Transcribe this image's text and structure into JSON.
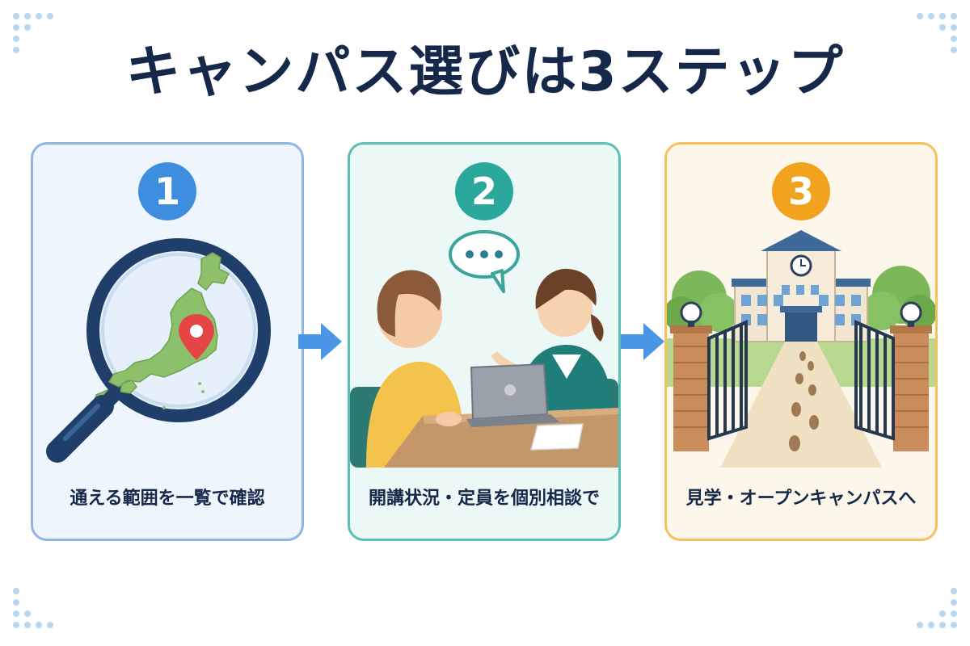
{
  "title": "キャンパス選びは3ステップ",
  "steps": [
    {
      "number": "1",
      "caption": "通える範囲を一覧で確認"
    },
    {
      "number": "2",
      "caption": "開講状況・定員を個別相談で"
    },
    {
      "number": "3",
      "caption": "見学・オープンキャンパスへ"
    }
  ],
  "colors": {
    "title": "#16284a",
    "step1": "#3e8ee0",
    "step2": "#2aa89b",
    "step3": "#f2a31d",
    "arrow": "#4a95e6"
  },
  "icons": [
    "magnifier-japan-map-icon",
    "consultation-speech-bubble-icon",
    "campus-building-gate-icon",
    "arrow-right-icon",
    "decorative-dots"
  ]
}
